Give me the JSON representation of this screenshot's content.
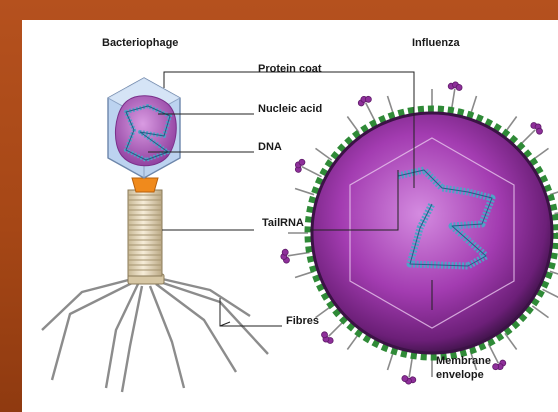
{
  "titles": {
    "bacteriophage": "Bacteriophage",
    "influenza": "Influenza"
  },
  "labels": {
    "protein_coat": "Protein coat",
    "nucleic_acid": "Nucleic acid",
    "dna": "DNA",
    "tail": "Tail",
    "rna": "RNA",
    "fibres": "Fibres",
    "membrane_line1": "Membrane",
    "membrane_line2": "envelope"
  },
  "colors": {
    "background": "#a64716",
    "capsid": "#bcd3f0",
    "nucleic_acid_blob": "#a54eb1",
    "genome_strand": "#4fa3c8",
    "tail_collar": "#f08a1c",
    "tail_sheath": "#e9dcc2",
    "fibres": "#8c8c8c",
    "virion_inner": "#9d33a8",
    "virion_rim": "#3b1245",
    "envelope_bumps": "#2f8a37",
    "spikes": "#8a8a8a",
    "spike_heads": "#8e2f9a"
  }
}
